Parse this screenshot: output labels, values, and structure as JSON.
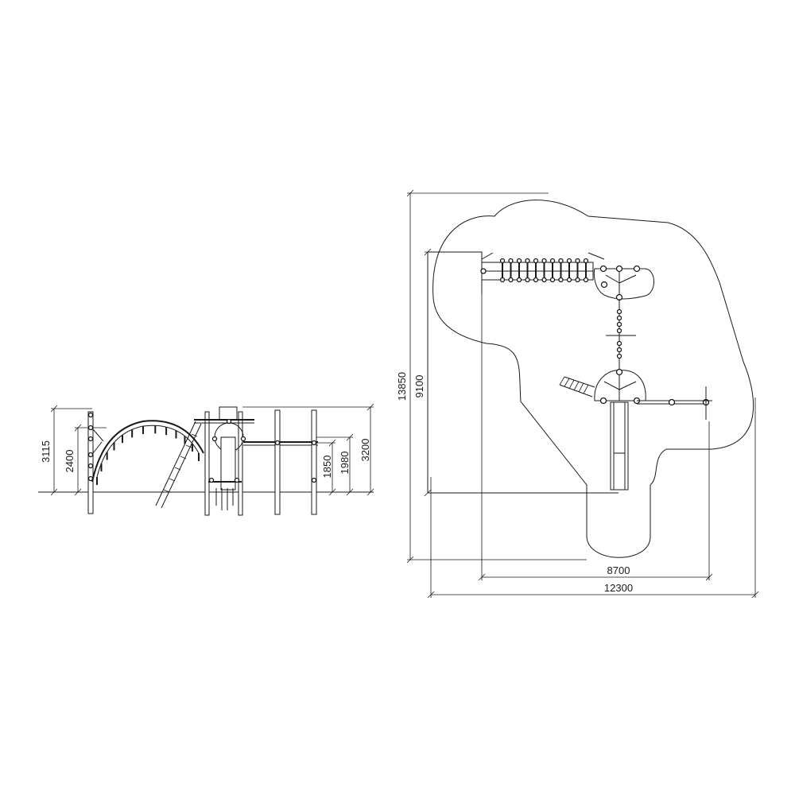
{
  "side_view": {
    "dimensions": {
      "h_3115": "3115",
      "h_2400": "2400",
      "h_1850": "1850",
      "h_1980": "1980",
      "h_3200": "3200"
    }
  },
  "top_view": {
    "dimensions": {
      "h_13850": "13850",
      "h_9100": "9100",
      "w_8700": "8700",
      "w_12300": "12300"
    }
  }
}
